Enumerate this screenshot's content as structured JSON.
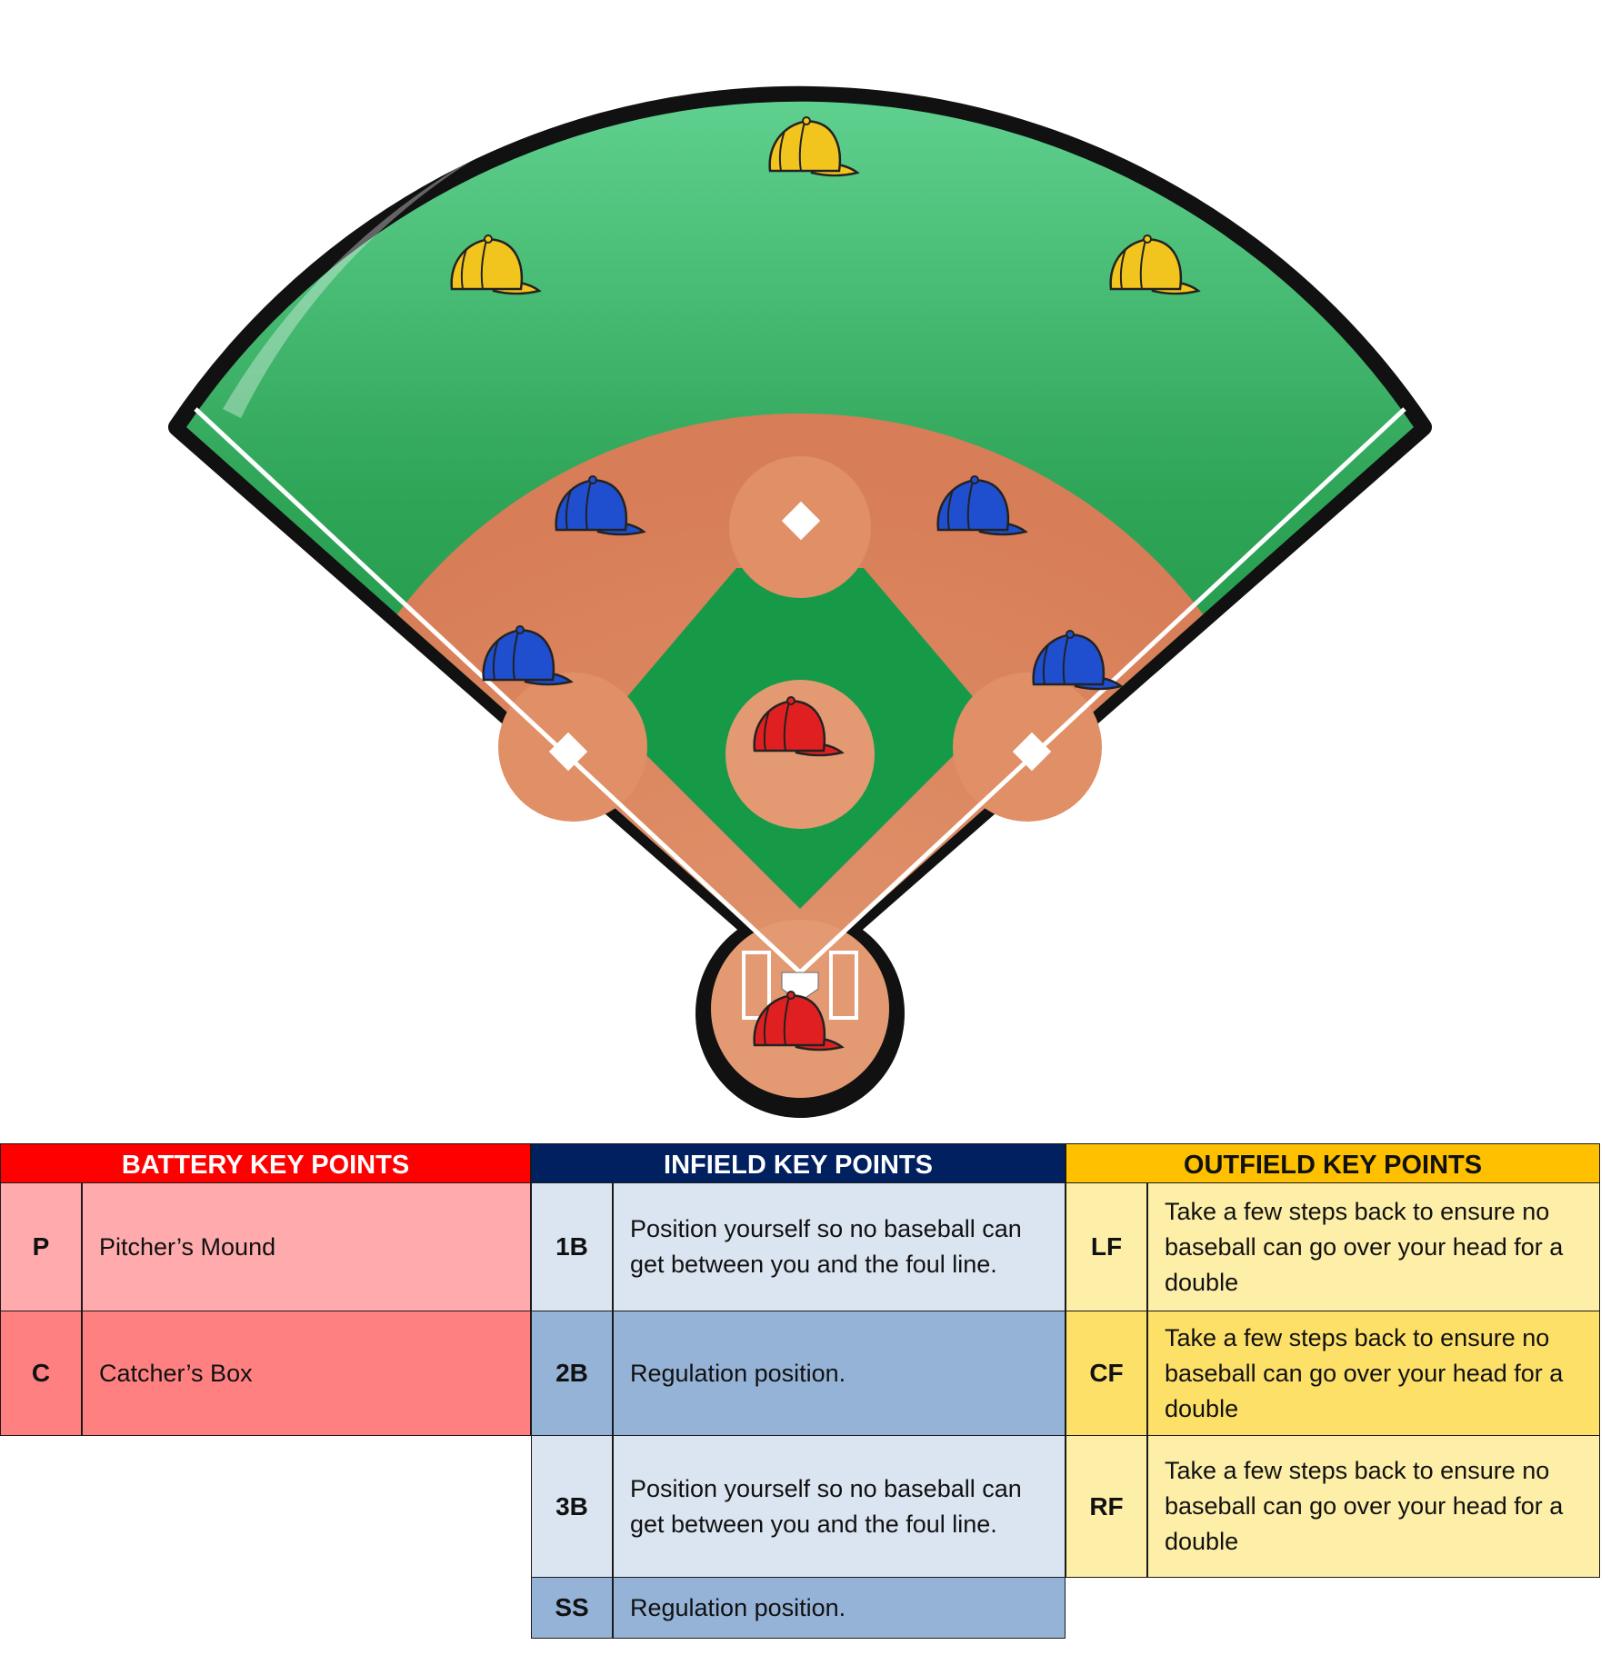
{
  "positions": [
    {
      "code": "LF",
      "group": "outfield"
    },
    {
      "code": "CF",
      "group": "outfield"
    },
    {
      "code": "RF",
      "group": "outfield"
    },
    {
      "code": "3B",
      "group": "infield"
    },
    {
      "code": "SS",
      "group": "infield"
    },
    {
      "code": "2B",
      "group": "infield"
    },
    {
      "code": "1B",
      "group": "infield"
    },
    {
      "code": "P",
      "group": "battery"
    },
    {
      "code": "C",
      "group": "battery"
    }
  ],
  "cap_colors": {
    "battery": "#e02020",
    "infield": "#1f4fcf",
    "outfield": "#f2c51e"
  },
  "battery": {
    "header": "BATTERY KEY POINTS",
    "header_bg": "#ff0000",
    "rows": [
      {
        "code": "P",
        "text": "Pitcher’s Mound",
        "bg": "#ffaaad"
      },
      {
        "code": "C",
        "text": "Catcher’s Box",
        "bg": "#ff8080"
      }
    ]
  },
  "infield": {
    "header": "INFIELD KEY POINTS",
    "header_bg": "#002060",
    "rows": [
      {
        "code": "1B",
        "text": "Position yourself so no baseball can get between you and the foul line.",
        "bg": "#dbe5f1"
      },
      {
        "code": "2B",
        "text": "Regulation position.",
        "bg": "#95b3d7"
      },
      {
        "code": "3B",
        "text": "Position yourself so no baseball can get between you and the foul line.",
        "bg": "#dbe5f1"
      },
      {
        "code": "SS",
        "text": "Regulation position.",
        "bg": "#95b3d7"
      }
    ]
  },
  "outfield": {
    "header": "OUTFIELD KEY POINTS",
    "header_bg": "#ffc000",
    "rows": [
      {
        "code": "LF",
        "text": "Take a few steps back to ensure no baseball can go over your head for a double",
        "bg": "#fdeea8"
      },
      {
        "code": "CF",
        "text": "Take a few steps back to ensure no baseball can go over your head for a double",
        "bg": "#fde068"
      },
      {
        "code": "RF",
        "text": "Take a few steps back to ensure no baseball can go over your head for a double",
        "bg": "#fdeea8"
      }
    ]
  }
}
